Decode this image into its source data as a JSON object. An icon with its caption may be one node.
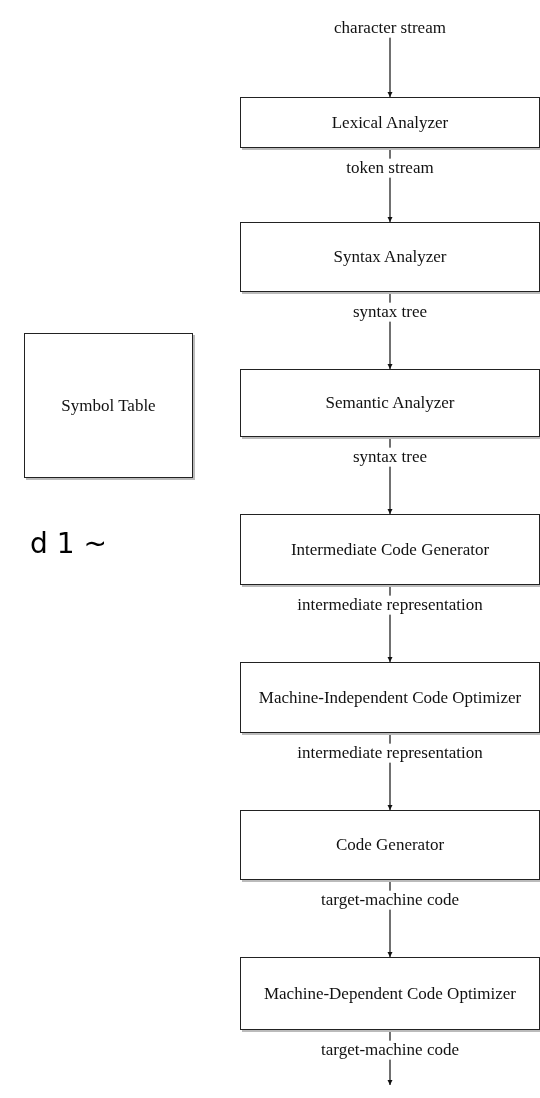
{
  "diagram": {
    "nodes": [
      {
        "text": [
          "Lexical Analyzer"
        ]
      },
      {
        "text": [
          "Syntax Analyzer"
        ]
      },
      {
        "text": [
          "Semantic Analyzer"
        ]
      },
      {
        "text": [
          "Intermediate Code Generator"
        ]
      },
      {
        "text": [
          "Machine-Independent Code Optimizer"
        ]
      },
      {
        "text": [
          "Code Generator"
        ]
      },
      {
        "text": [
          "Machine-Dependent Code Optimizer"
        ]
      },
      {
        "text": [
          "Symbol Table"
        ]
      }
    ],
    "edges": [
      {
        "from": null,
        "to": 0,
        "arrow": "to",
        "label": "character stream"
      },
      {
        "from": 0,
        "to": 1,
        "arrow": "to",
        "label": "token stream"
      },
      {
        "from": 1,
        "to": 2,
        "arrow": "to",
        "label": "syntax tree"
      },
      {
        "from": 2,
        "to": 3,
        "arrow": "to",
        "label": "syntax tree"
      },
      {
        "from": 3,
        "to": 4,
        "arrow": "to",
        "label": "intermediate representation"
      },
      {
        "from": 4,
        "to": 5,
        "arrow": "to",
        "label": "intermediate representation"
      },
      {
        "from": 5,
        "to": 6,
        "arrow": "to",
        "label": "target-machine code"
      },
      {
        "from": 6,
        "to": null,
        "arrow": "to",
        "label": "target-machine code"
      }
    ],
    "labels": [
      "d 1 ~"
    ]
  }
}
